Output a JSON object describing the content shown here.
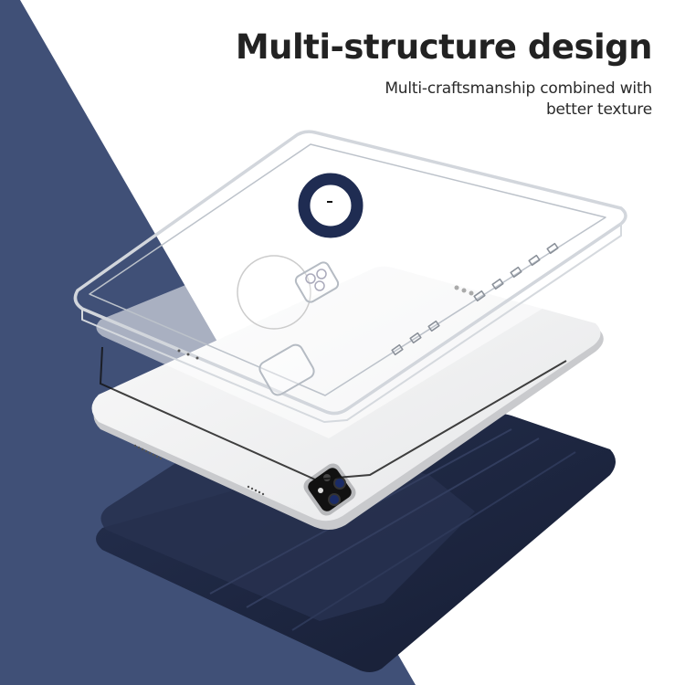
{
  "headline": {
    "title": "Multi-structure design",
    "subtitle_line1": "Multi-craftsmanship combined with",
    "subtitle_line2": "better texture"
  },
  "colors": {
    "background": "#ffffff",
    "navy_panel": "#405077",
    "folio_cover": "#1c2540",
    "folio_highlight": "#2a3454",
    "ring_holder": "#1f2c52",
    "tablet_body": "#f2f2f3",
    "tablet_edge": "#c9cacd",
    "clear_case": "#d7dbe0",
    "title_text": "#222222"
  },
  "product": {
    "layers": [
      "clear-bumper-case",
      "ring-holder",
      "tablet",
      "folio-cover"
    ]
  }
}
